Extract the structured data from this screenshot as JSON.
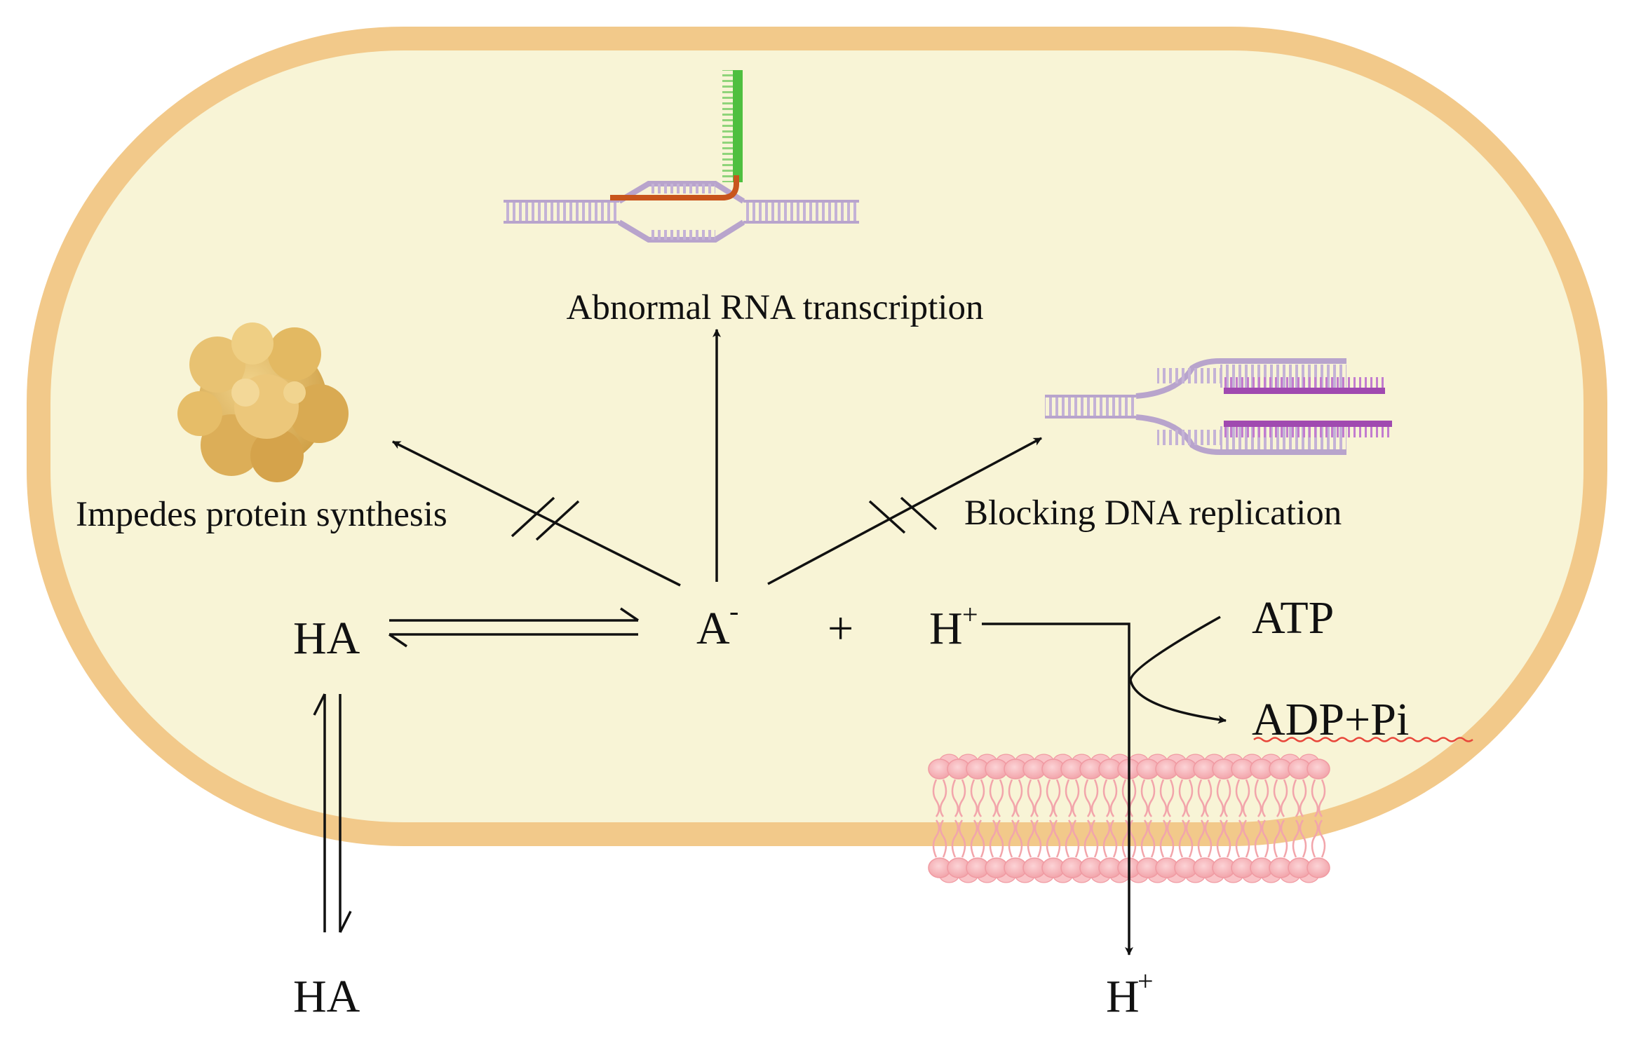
{
  "labels": {
    "transcription": "Abnormal RNA transcription",
    "protein": "Impedes protein synthesis",
    "replication": "Blocking DNA replication",
    "ha_inside": "HA",
    "anion": "A",
    "anion_charge": "-",
    "plus": "+",
    "proton_inside": "H",
    "proton_inside_charge": "+",
    "atp": "ATP",
    "adp": "ADP+Pi",
    "ha_outside": "HA",
    "proton_outside": "H",
    "proton_outside_charge": "+"
  },
  "colors": {
    "cell_fill": "#f8f4d6",
    "cell_wall": "#f2c98a",
    "dna_purple": "#b8a4cc",
    "dna_magenta": "#a04ab0",
    "rna_green": "#4fbf3f",
    "rna_orange": "#c8551c",
    "protein_yellow": "#e6c06a",
    "membrane_pink": "#f7b2b7",
    "spell_underline": "#e8463a"
  },
  "icons": [
    "protein-blob-icon",
    "transcription-bubble-icon",
    "replication-fork-icon",
    "lipid-bilayer-icon"
  ]
}
